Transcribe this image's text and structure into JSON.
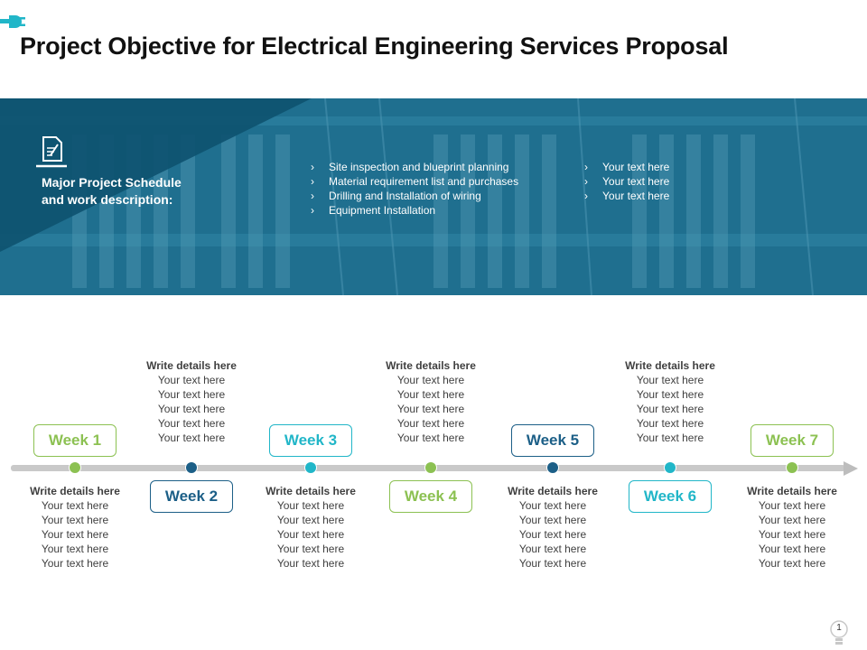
{
  "slide": {
    "title": "Project Objective for Electrical Engineering Services Proposal",
    "page_number": "1"
  },
  "banner": {
    "heading_line1": "Major Project Schedule",
    "heading_line2": "and work description:",
    "list_a": [
      "Site inspection and blueprint planning",
      "Material requirement list and purchases",
      "Drilling and Installation of wiring",
      "Equipment Installation"
    ],
    "list_b": [
      "Your text here",
      "Your text here",
      "Your text here"
    ],
    "bullet_glyph": "›"
  },
  "colors": {
    "green": "#8cc152",
    "teal": "#21b6c8",
    "navy": "#1c5f87",
    "banner": "#1f6f8f"
  },
  "weeks": [
    {
      "label": "Week 1",
      "color": "green"
    },
    {
      "label": "Week 2",
      "color": "navy"
    },
    {
      "label": "Week 3",
      "color": "teal"
    },
    {
      "label": "Week 4",
      "color": "green"
    },
    {
      "label": "Week 5",
      "color": "navy"
    },
    {
      "label": "Week 6",
      "color": "teal"
    },
    {
      "label": "Week 7",
      "color": "green"
    }
  ],
  "details": [
    {
      "heading": "Write details here",
      "lines": [
        "Your text here",
        "Your text here",
        "Your text here",
        "Your text here",
        "Your text here"
      ]
    },
    {
      "heading": "Write details here",
      "lines": [
        "Your text here",
        "Your text here",
        "Your text here",
        "Your text here",
        "Your text here"
      ]
    },
    {
      "heading": "Write details here",
      "lines": [
        "Your text here",
        "Your text here",
        "Your text here",
        "Your text here",
        "Your text here"
      ]
    },
    {
      "heading": "Write details here",
      "lines": [
        "Your text here",
        "Your text here",
        "Your text here",
        "Your text here",
        "Your text here"
      ]
    },
    {
      "heading": "Write details here",
      "lines": [
        "Your text here",
        "Your text here",
        "Your text here",
        "Your text here",
        "Your text here"
      ]
    },
    {
      "heading": "Write details here",
      "lines": [
        "Your text here",
        "Your text here",
        "Your text here",
        "Your text here",
        "Your text here"
      ]
    },
    {
      "heading": "Write details here",
      "lines": [
        "Your text here",
        "Your text here",
        "Your text here",
        "Your text here",
        "Your text here"
      ]
    }
  ]
}
